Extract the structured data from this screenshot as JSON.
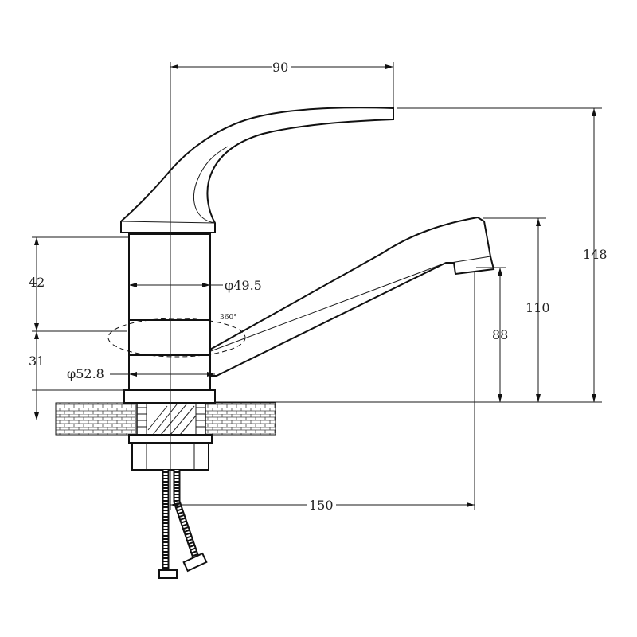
{
  "dimensions": {
    "top_width": "90",
    "total_height": "148",
    "spout_height": "110",
    "outlet_height": "88",
    "upper_body": "42",
    "lower_body": "31",
    "body_diameter": "φ49.5",
    "base_diameter": "φ52.8",
    "rotation": "360°",
    "reach": "150"
  }
}
